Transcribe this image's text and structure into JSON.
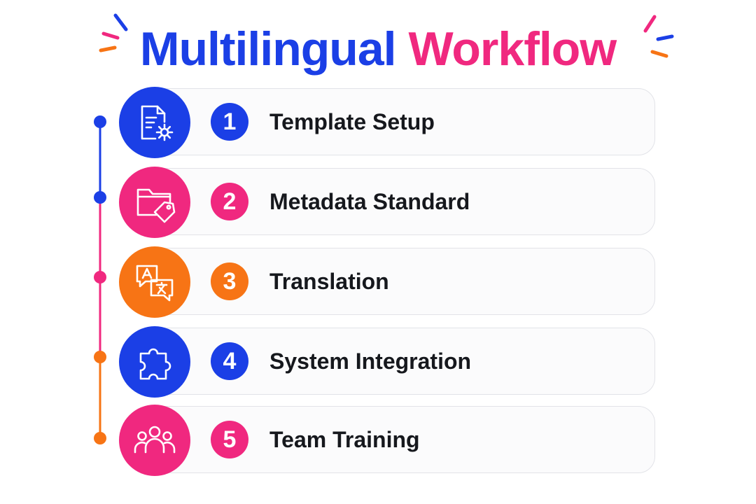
{
  "title": {
    "part1": "Multilingual",
    "part2": "Workflow"
  },
  "colors": {
    "blue": "#1b3fe6",
    "pink": "#f0287f",
    "orange": "#f77415"
  },
  "steps": [
    {
      "number": "1",
      "label": "Template Setup",
      "icon": "document-settings-icon",
      "color": "blue"
    },
    {
      "number": "2",
      "label": "Metadata Standard",
      "icon": "folder-tag-icon",
      "color": "pink"
    },
    {
      "number": "3",
      "label": "Translation",
      "icon": "translate-icon",
      "color": "orange"
    },
    {
      "number": "4",
      "label": "System Integration",
      "icon": "puzzle-icon",
      "color": "blue"
    },
    {
      "number": "5",
      "label": "Team Training",
      "icon": "team-icon",
      "color": "pink"
    }
  ]
}
